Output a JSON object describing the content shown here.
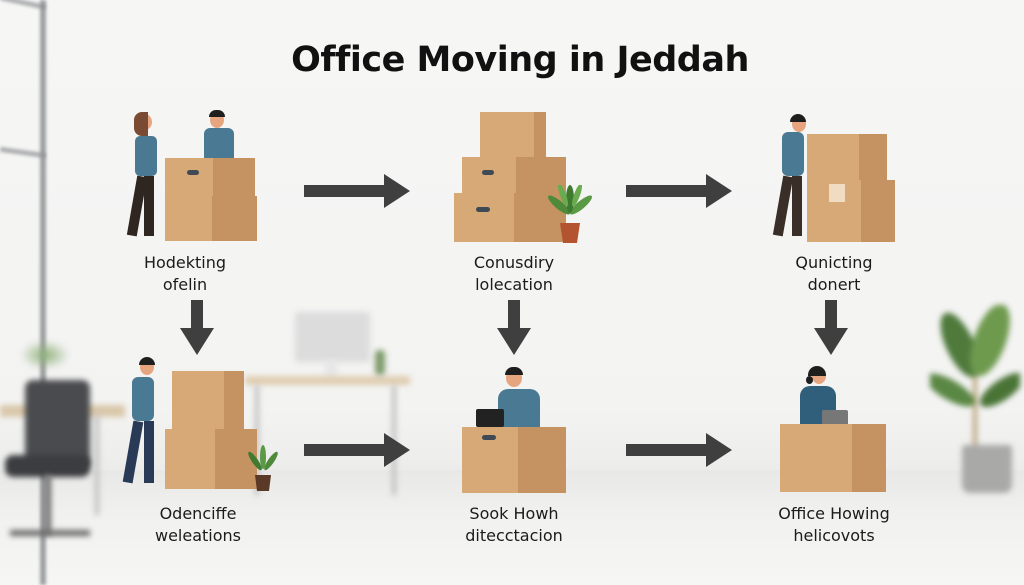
{
  "title": "Office Moving in Jeddah",
  "steps": [
    {
      "row": 1,
      "col": 1,
      "label_line1": "Hodekting",
      "label_line2": "ofelin",
      "illustration": "two-people-packing-boxes"
    },
    {
      "row": 1,
      "col": 2,
      "label_line1": "Conusdiry",
      "label_line2": "lolecation",
      "illustration": "stacked-boxes-with-plant"
    },
    {
      "row": 1,
      "col": 3,
      "label_line1": "Qunicting",
      "label_line2": "donert",
      "illustration": "man-pushing-boxes"
    },
    {
      "row": 2,
      "col": 1,
      "label_line1": "Odenciffe",
      "label_line2": "weleations",
      "illustration": "man-carrying-boxes-with-plant"
    },
    {
      "row": 2,
      "col": 2,
      "label_line1": "Sook Howh",
      "label_line2": "ditecctacion",
      "illustration": "man-with-laptop-behind-box"
    },
    {
      "row": 2,
      "col": 3,
      "label_line1": "Office Howing",
      "label_line2": "helicovots",
      "illustration": "woman-with-laptop-behind-box"
    }
  ],
  "arrows": [
    {
      "direction": "right",
      "from": "step-1",
      "to": "step-2"
    },
    {
      "direction": "right",
      "from": "step-2",
      "to": "step-3"
    },
    {
      "direction": "down",
      "from": "step-1",
      "to": "step-4"
    },
    {
      "direction": "down",
      "from": "step-2",
      "to": "step-5"
    },
    {
      "direction": "down",
      "from": "step-3",
      "to": "step-6"
    },
    {
      "direction": "right",
      "from": "step-4",
      "to": "step-5"
    },
    {
      "direction": "right",
      "from": "step-5",
      "to": "step-6"
    }
  ],
  "colors": {
    "arrow": "#3f3f3f",
    "box": "#d7a977",
    "box_side": "#c59362",
    "shirt": "#4a7a93",
    "text": "#1b1b1b",
    "background": "#f5f5f4"
  }
}
